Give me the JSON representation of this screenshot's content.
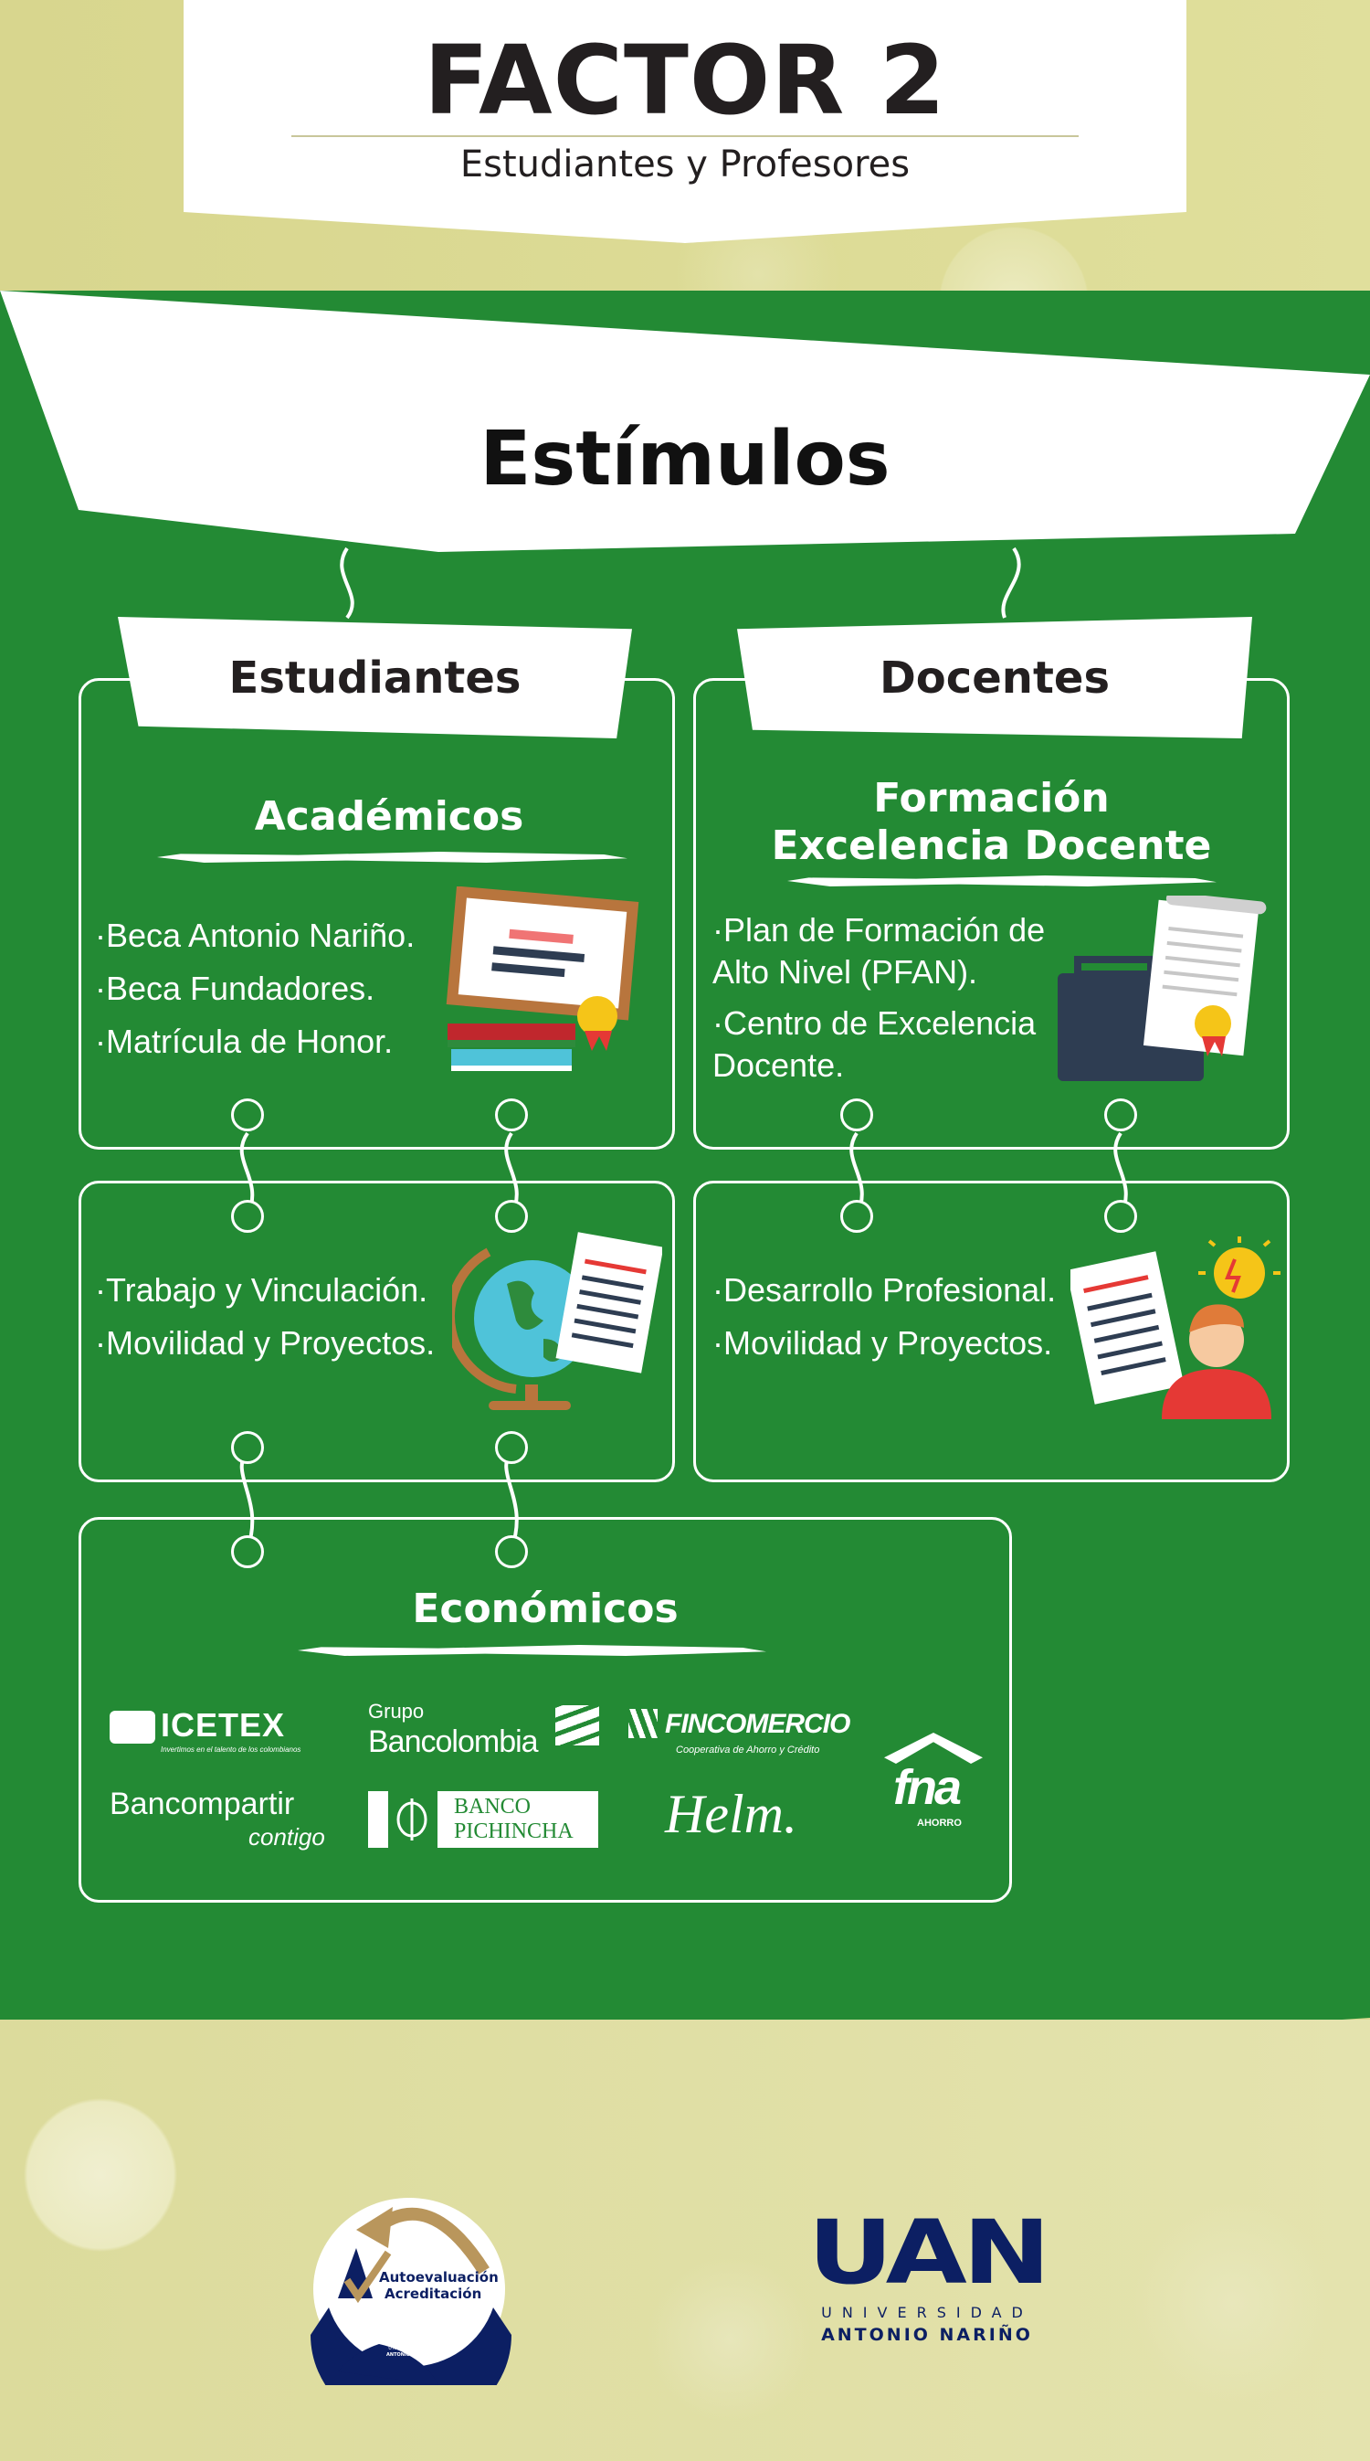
{
  "header": {
    "title": "FACTOR 2",
    "subtitle": "Estudiantes y Profesores"
  },
  "banner": {
    "title": "Estímulos"
  },
  "estudiantes": {
    "tab": "Estudiantes",
    "academicos": {
      "title": "Académicos",
      "items": [
        "·Beca Antonio Nariño.",
        "·Beca Fundadores.",
        "·Matrícula de Honor."
      ]
    },
    "otros": {
      "items": [
        "·Trabajo y Vinculación.",
        "·Movilidad y Proyectos."
      ]
    }
  },
  "docentes": {
    "tab": "Docentes",
    "formacion": {
      "title_line1": "Formación",
      "title_line2": "Excelencia Docente",
      "items": [
        "·Plan de Formación de",
        "Alto Nivel (PFAN).",
        "·Centro de Excelencia",
        "Docente."
      ]
    },
    "otros": {
      "items": [
        "·Desarrollo Profesional.",
        "·Movilidad y Proyectos."
      ]
    }
  },
  "economicos": {
    "title": "Económicos",
    "logos": {
      "icetex": {
        "name": "ICETEX",
        "tagline": "Invertimos en el talento de los colombianos"
      },
      "bancolombia": {
        "line1": "Grupo",
        "line2": "Bancolombia"
      },
      "fincomercio": {
        "name": "FINCOMERCIO",
        "tagline": "Cooperativa de Ahorro y Crédito"
      },
      "fna": {
        "name": "fna",
        "tagline": "AHORRO"
      },
      "bancompartir": {
        "name": "Bancompartir",
        "tagline": "contigo"
      },
      "pichincha": {
        "line1": "BANCO",
        "line2": "PICHINCHA"
      },
      "helm": {
        "name": "Helm."
      }
    }
  },
  "footer": {
    "seal": {
      "line1": "Autoevaluación",
      "line2": "Acreditación",
      "brand": "UAN",
      "sub1": "UNIVERSIDAD",
      "sub2": "ANTONIO NARIÑO"
    },
    "uan": {
      "brand": "UAN",
      "line1": "UNIVERSIDAD",
      "line2": "ANTONIO NARIÑO"
    }
  },
  "colors": {
    "green": "#238a34",
    "yellow": "#dcdb9c",
    "navy": "#0c1f63",
    "gold": "#b9965c"
  }
}
